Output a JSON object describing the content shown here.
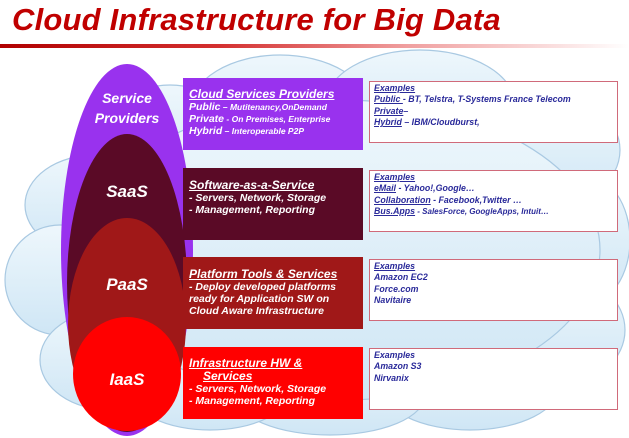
{
  "title": "Cloud Infrastructure for Big Data",
  "colors": {
    "title": "#c00000",
    "service_providers": "#9932ee",
    "saas": "#5a0a26",
    "paas": "#a01818",
    "iaas": "#ff0000",
    "cloud": "#d8ecf8",
    "examples_text": "#2a2a9a"
  },
  "layers": [
    {
      "ring_label": [
        "Service",
        "Providers"
      ],
      "box": {
        "title": "Cloud Services Providers",
        "lines": [
          {
            "main": "Public",
            "detail": " – Mutitenancy,OnDemand"
          },
          {
            "main": "Private",
            "detail": " - On Premises, Enterprise"
          },
          {
            "main": "Hybrid",
            "detail": " – Interoperable P2P"
          }
        ]
      },
      "examples": {
        "header": "Examples",
        "rows": [
          {
            "label": "Public ",
            "detail": "- BT, Telstra, T-Systems France Telecom"
          },
          {
            "label": "Private",
            "detail": "–"
          },
          {
            "label": "Hybrid",
            "detail": " – IBM/Cloudburst,"
          }
        ]
      }
    },
    {
      "ring_label": [
        "SaaS"
      ],
      "box": {
        "title": "Software-as-a-Service",
        "lines": [
          {
            "main": "- Servers, Network, Storage",
            "detail": ""
          },
          {
            "main": "- Management, Reporting",
            "detail": ""
          }
        ]
      },
      "examples": {
        "header": "Examples",
        "rows": [
          {
            "label": "eMail",
            "detail": " - Yahoo!,Google…"
          },
          {
            "label": "Collaboration",
            "detail": " - Facebook,Twitter …"
          },
          {
            "label": "Bus.Apps",
            "detail": " - SalesForce, GoogleApps, Intuit…"
          }
        ]
      }
    },
    {
      "ring_label": [
        "PaaS"
      ],
      "box": {
        "title": "Platform Tools & Services",
        "lines": [
          {
            "main": "- Deploy developed platforms",
            "detail": ""
          },
          {
            "main": "ready for Application SW on",
            "detail": ""
          },
          {
            "main": "Cloud Aware Infrastructure",
            "detail": ""
          }
        ]
      },
      "examples": {
        "header": "Examples",
        "rows": [
          {
            "label": "",
            "detail": "Amazon EC2"
          },
          {
            "label": "",
            "detail": "Force.com"
          },
          {
            "label": "",
            "detail": "Navitaire"
          }
        ]
      }
    },
    {
      "ring_label": [
        "IaaS"
      ],
      "box": {
        "title": [
          "Infrastructure HW &",
          "Services"
        ],
        "lines": [
          {
            "main": "- Servers, Network, Storage",
            "detail": ""
          },
          {
            "main": "- Management, Reporting",
            "detail": ""
          }
        ]
      },
      "examples": {
        "header": "Examples",
        "rows": [
          {
            "label": "",
            "detail": "Amazon S3"
          },
          {
            "label": "",
            "detail": "Nirvanix"
          }
        ]
      }
    }
  ]
}
